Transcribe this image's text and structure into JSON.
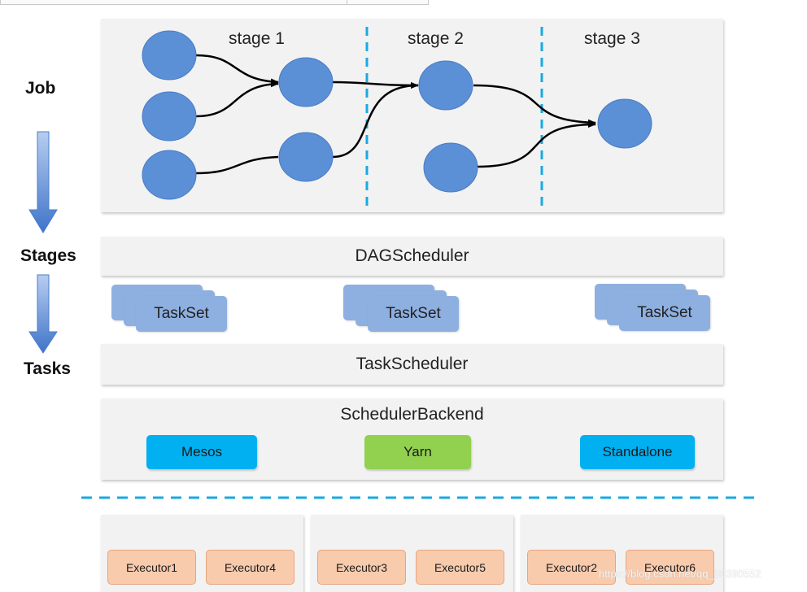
{
  "side_labels": {
    "job": "Job",
    "stages": "Stages",
    "tasks": "Tasks"
  },
  "job_panel": {
    "stages": [
      "stage 1",
      "stage 2",
      "stage 3"
    ]
  },
  "dag_scheduler": {
    "title": "DAGScheduler"
  },
  "tasksets": [
    "TaskSet",
    "TaskSet",
    "TaskSet"
  ],
  "task_scheduler": {
    "title": "TaskScheduler"
  },
  "scheduler_backend": {
    "title": "SchedulerBackend",
    "cluster_managers": [
      "Mesos",
      "Yarn",
      "Standalone"
    ]
  },
  "executor_groups": [
    [
      "Executor1",
      "Executor4"
    ],
    [
      "Executor3",
      "Executor5"
    ],
    [
      "Executor2",
      "Executor6"
    ]
  ],
  "watermark": "https://blog.csdn.net/qq_36390552",
  "colors": {
    "node": "#5b8fd6",
    "stage_divider": "#19a9e0",
    "mesos": "#00b0f0",
    "yarn": "#92d050",
    "standalone": "#00b0f0",
    "executor": "#f8cbad"
  }
}
